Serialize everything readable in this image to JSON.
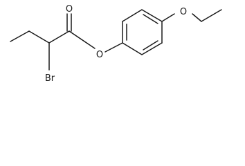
{
  "molecule": {
    "atoms": {
      "carbonyl_oxygen": "O",
      "ester_oxygen": "O",
      "ether_oxygen": "O",
      "bromine": "Br"
    }
  }
}
